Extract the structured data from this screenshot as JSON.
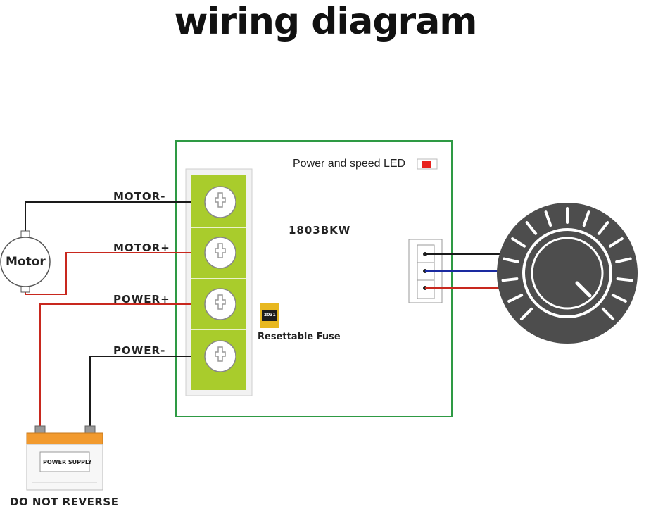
{
  "title": "wiring diagram",
  "board": {
    "model": "1803BKW",
    "led_label": "Power and speed LED",
    "fuse_label": "Resettable Fuse",
    "fuse_code": "2031"
  },
  "terminals": [
    "MOTOR-",
    "MOTOR+",
    "POWER+",
    "POWER-"
  ],
  "motor_label": "Motor",
  "power_supply_label": "POWER SUPPLY",
  "warning": "DO NOT REVERSE",
  "wire_colors": {
    "negative": "#1a1a1a",
    "positive": "#c8281e",
    "signal": "#1a2aa0"
  },
  "colors": {
    "board_border": "#2e9a44",
    "terminal_block": "#a9cc2c",
    "knob": "#4d4d4d",
    "led": "#e8221e",
    "battery_top": "#f29a2e"
  }
}
